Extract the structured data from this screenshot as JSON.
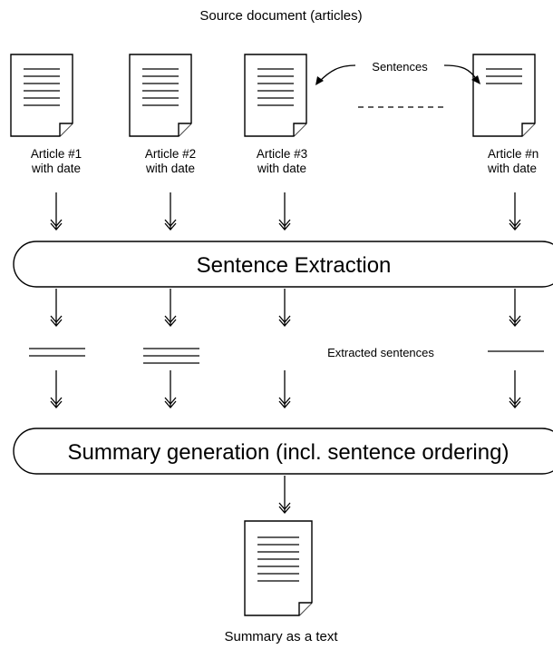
{
  "title": "Source document (articles)",
  "articles": [
    {
      "line1": "Article #1",
      "line2": "with date"
    },
    {
      "line1": "Article #2",
      "line2": "with date"
    },
    {
      "line1": "Article #3",
      "line2": "with date"
    },
    {
      "line1": "Article #n",
      "line2": "with date"
    }
  ],
  "sentences_label": "Sentences",
  "extraction_label": "Sentence Extraction",
  "extracted_label": "Extracted sentences",
  "summary_gen_label": "Summary generation (incl. sentence ordering)",
  "summary_label": "Summary as a text"
}
